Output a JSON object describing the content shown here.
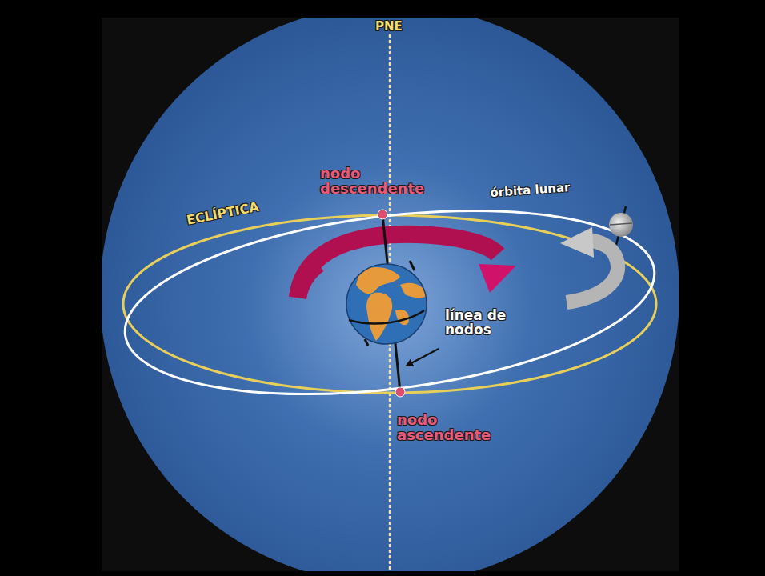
{
  "diagram": {
    "labels": [
      "PNE",
      "nodo descendente",
      "órbita lunar",
      "ECLÍPTICA",
      "línea de nodos",
      "nodo ascendente"
    ]
  }
}
